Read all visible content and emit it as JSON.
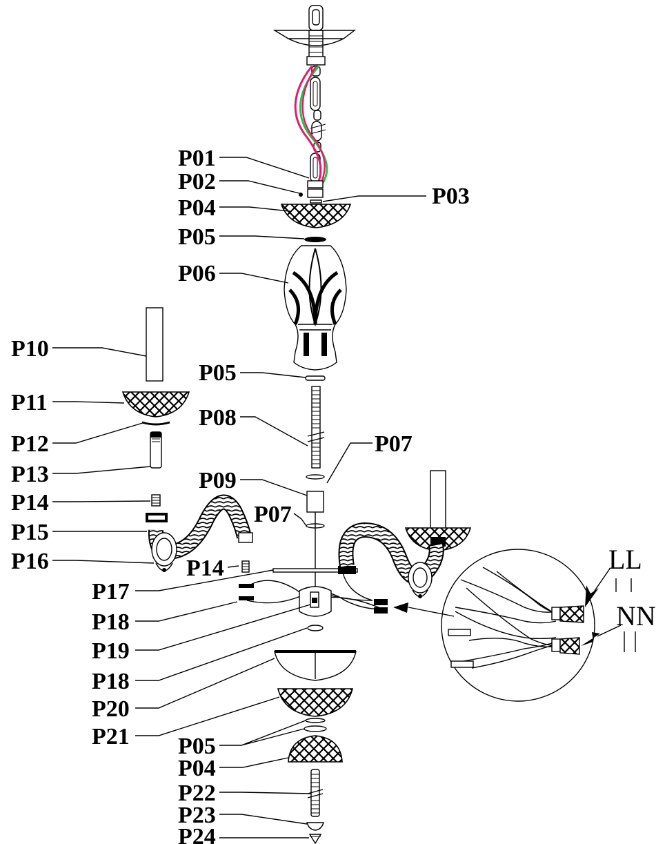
{
  "parts": {
    "p01": "P01",
    "p02": "P02",
    "p03": "P03",
    "p04_top": "P04",
    "p05_top": "P05",
    "p06": "P06",
    "p10": "P10",
    "p05_mid": "P05",
    "p11": "P11",
    "p08": "P08",
    "p12": "P12",
    "p07_right": "P07",
    "p13": "P13",
    "p09": "P09",
    "p14_left": "P14",
    "p07_left": "P07",
    "p15": "P15",
    "p16": "P16",
    "p14_mid": "P14",
    "p17": "P17",
    "p18_a": "P18",
    "p19": "P19",
    "p18_b": "P18",
    "p20": "P20",
    "p21": "P21",
    "p05_bottom": "P05",
    "p04_bottom": "P04",
    "p22": "P22",
    "p23": "P23",
    "p24": "P24"
  },
  "wiring": {
    "live": "LL",
    "neutral": "NN"
  },
  "colors": {
    "wire_red": "#e8186a",
    "wire_green": "#22c34a",
    "ink": "#000000",
    "background": "#ffffff"
  }
}
